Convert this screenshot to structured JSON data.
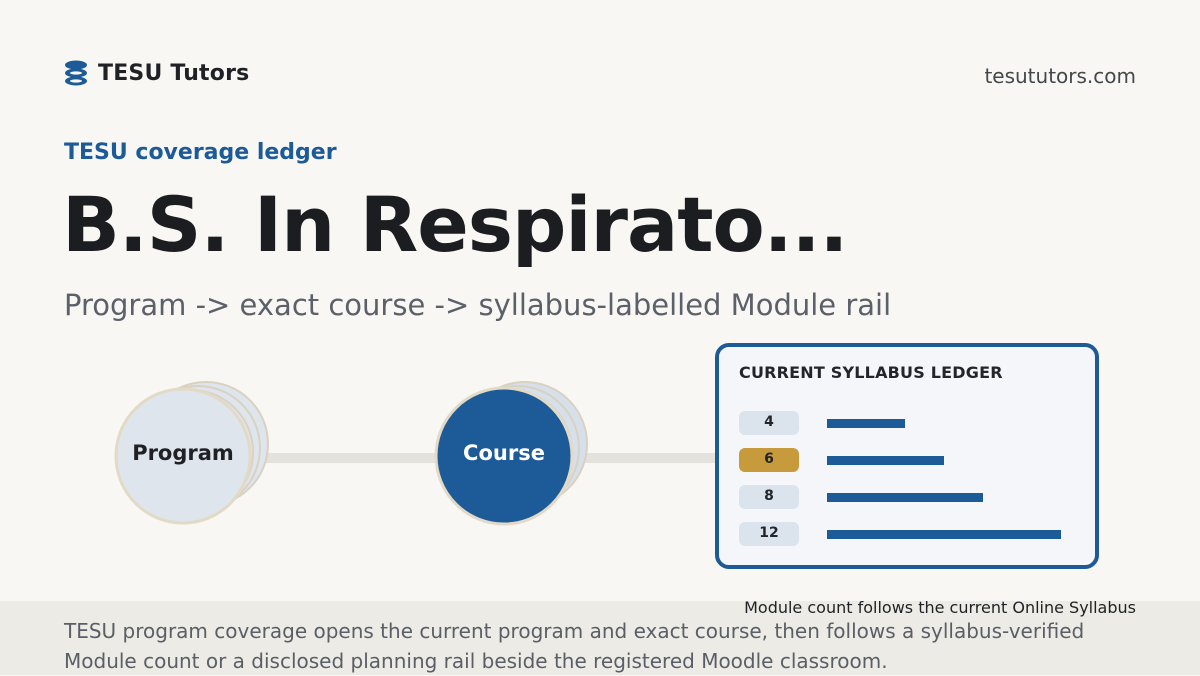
{
  "header": {
    "brand_name": "TESU Tutors",
    "brand_icon": "stacked-disks-icon",
    "site_url": "tesututors.com"
  },
  "hero": {
    "eyebrow": "TESU coverage ledger",
    "headline": "B.S. In Respirato...",
    "subtitle": "Program -> exact course -> syllabus-labelled Module rail"
  },
  "flow": {
    "program_label": "Program",
    "course_label": "Course"
  },
  "ledger": {
    "title": "CURRENT SYLLABUS LEDGER",
    "max_value": 12,
    "active_value": 6,
    "rows": [
      {
        "label": "4",
        "value": 4
      },
      {
        "label": "6",
        "value": 6
      },
      {
        "label": "8",
        "value": 8
      },
      {
        "label": "12",
        "value": 12
      }
    ],
    "caption": "Module count follows the current Online Syllabus"
  },
  "footer": {
    "text": "TESU program coverage opens the current program and exact course, then follows a syllabus-verified Module count or a disclosed planning rail beside the registered Moodle classroom."
  },
  "colors": {
    "accent_blue": "#1c5a98",
    "accent_gold": "#c79a3c",
    "pill_gray": "#dbe3ec",
    "background": "#f8f7f4"
  }
}
